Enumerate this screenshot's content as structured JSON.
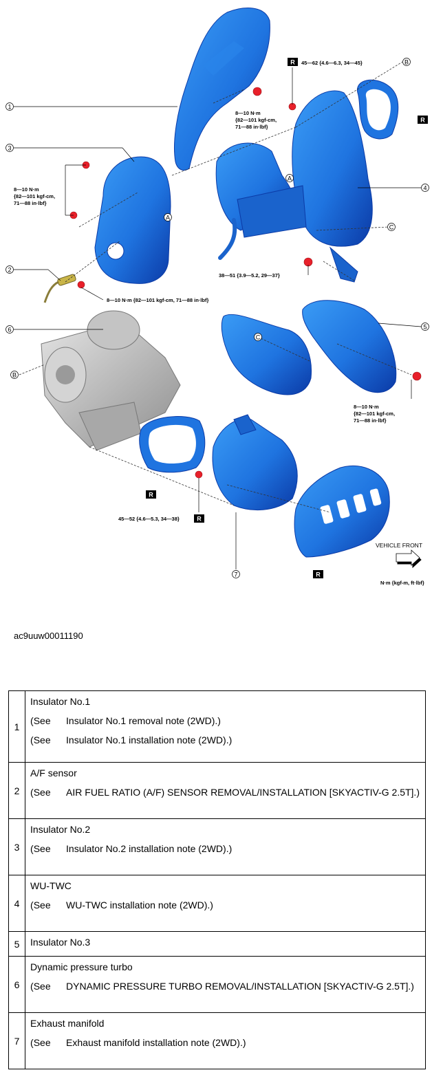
{
  "diagram": {
    "callouts": [
      "1",
      "2",
      "3",
      "4",
      "5",
      "6",
      "7"
    ],
    "reference_letters": [
      "A",
      "B",
      "C"
    ],
    "r_mark": "R",
    "torques": {
      "bolt_top_center": [
        "8—10 N·m",
        "{82—101 kgf-cm,",
        "71—88 in·lbf}"
      ],
      "bolt_top_right": "45—62 {4.6—6.3, 34—45}",
      "bolt_left": [
        "8—10 N·m",
        "{82—101 kgf-cm,",
        "71—88 in·lbf}"
      ],
      "bolt_right_mid": "38—51 {3.9—5.2, 29—37}",
      "bolt_sensor": "8—10 N·m {82—101 kgf-cm, 71—88 in·lbf}",
      "bolt_insulator3": [
        "8—10 N·m",
        "{82—101 kgf-cm,",
        "71—88 in·lbf}"
      ],
      "bolt_bottom": "45—52 {4.6—5.3, 34—38}"
    },
    "vehicle_front": "VEHICLE FRONT",
    "units": "N·m {kgf-m, ft·lbf}",
    "colors": {
      "part_blue": "#1f74e0",
      "part_dark": "#0b3aa6",
      "bolt_red": "#e8202a",
      "grey": "#b9b9b9"
    }
  },
  "figure_id": "ac9uuw00011190",
  "parts": [
    {
      "num": "1",
      "name": "Insulator No.1",
      "see": [
        {
          "prefix": "(See",
          "text": "Insulator No.1 removal note (2WD).)"
        },
        {
          "prefix": "(See",
          "text": "Insulator No.1 installation note (2WD).)"
        }
      ]
    },
    {
      "num": "2",
      "name": "A/F sensor",
      "see": [
        {
          "prefix": "(See",
          "text": "AIR FUEL RATIO (A/F) SENSOR REMOVAL/INSTALLATION [SKYACTIV-G 2.5T].)"
        }
      ]
    },
    {
      "num": "3",
      "name": "Insulator No.2",
      "see": [
        {
          "prefix": "(See",
          "text": "Insulator No.2 installation note (2WD).)"
        }
      ]
    },
    {
      "num": "4",
      "name": "WU-TWC",
      "see": [
        {
          "prefix": "(See",
          "text": "WU-TWC installation note (2WD).)"
        }
      ]
    },
    {
      "num": "5",
      "name": "Insulator No.3",
      "see": []
    },
    {
      "num": "6",
      "name": "Dynamic pressure turbo",
      "see": [
        {
          "prefix": "(See",
          "text": "DYNAMIC PRESSURE TURBO REMOVAL/INSTALLATION [SKYACTIV-G 2.5T].)"
        }
      ]
    },
    {
      "num": "7",
      "name": "Exhaust manifold",
      "see": [
        {
          "prefix": "(See",
          "text": "Exhaust manifold installation note (2WD).)"
        }
      ]
    }
  ]
}
